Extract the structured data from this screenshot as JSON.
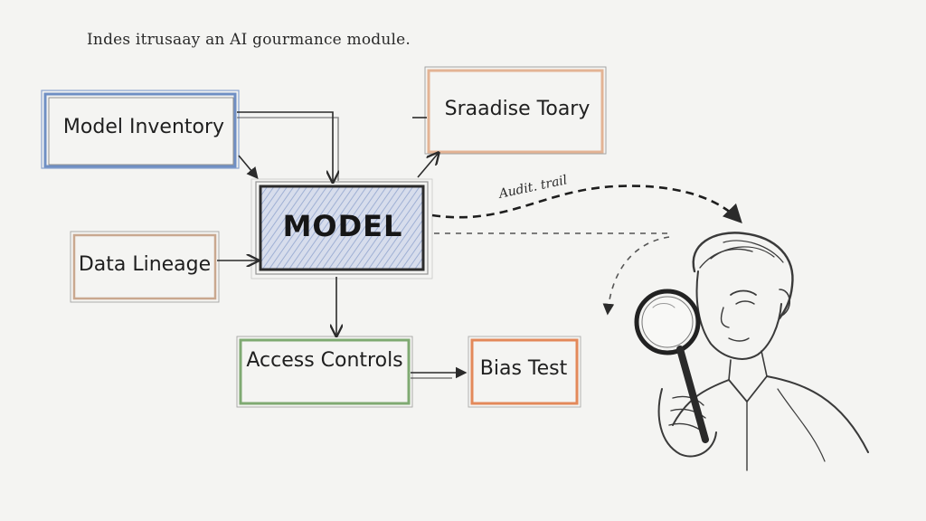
{
  "caption": "Indes itrusaay an AI gourmance module.",
  "nodes": {
    "model_inventory": "Model Inventory",
    "saadise_toary": "Sraadise Toary",
    "model": "MODEL",
    "data_lineage": "Data Lineage",
    "access_controls": "Access Controls",
    "bias_test": "Bias Test"
  },
  "edge_labels": {
    "audit_trail": "Audit. trail"
  },
  "colors": {
    "inventory_border": "#6f8fc4",
    "saadise_border": "#e3b394",
    "model_fill": "#c6d0e6",
    "lineage_border": "#c9a88f",
    "access_border": "#7faa72",
    "bias_border": "#e3895a",
    "ink": "#2b2b2b",
    "background": "#f4f4f2"
  },
  "illustration": "person-with-magnifying-glass"
}
